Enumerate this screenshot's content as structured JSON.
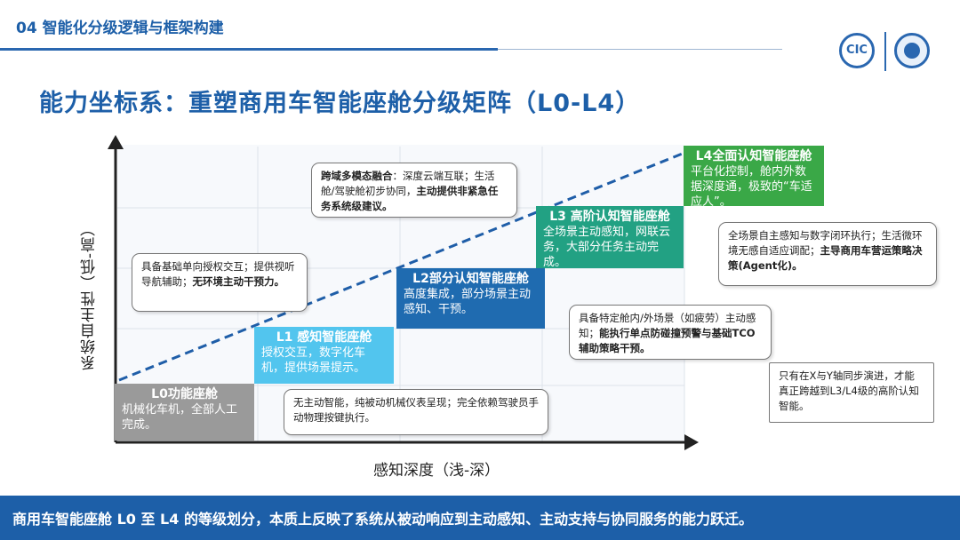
{
  "header": {
    "section_title": "04 智能化分级逻辑与框架构建"
  },
  "title": "能力坐标系：重塑商用车智能座舱分级矩阵（L0-L4）",
  "axes": {
    "y_label": "系统自主性（低-高）",
    "x_label": "感知深度（浅-深）"
  },
  "levels": [
    {
      "title": "L0功能座舱",
      "desc": "机械化车机，全部人工完成。"
    },
    {
      "title": "L1 感知智能座舱",
      "desc": "授权交互，数字化车机，提供场景提示。"
    },
    {
      "title": "L2部分认知智能座舱",
      "desc": "高度集成，部分场景主动感知、干预。"
    },
    {
      "title": "L3 高阶认知智能座舱",
      "desc": "全场景主动感知，网联云务，大部分任务主动完成。"
    },
    {
      "title": "L4全面认知智能座舱",
      "desc": "平台化控制，舱内外数据深度通，极致的“车适应人”。"
    }
  ],
  "callouts": {
    "c1": {
      "b1": "跨域多模态融合",
      "t1": "：深度云端互联；生活舱/驾驶舱初步协同，",
      "b2": "主动提供非紧急任务系统级建议。"
    },
    "c2": {
      "t1": "具备基础单向授权交互；提供视听导航辅助；",
      "b1": "无环境主动干预力。"
    },
    "c3": {
      "t1": "全场景自主感知与数字闭环执行；生活微环境无感自适应调配；",
      "b1": "主导商用车营运策略决策(Agent化)。"
    },
    "c4": {
      "t1": "具备特定舱内/外场景（如疲劳）主动感知；",
      "b1": "能执行单点防碰撞预警与基础TCO辅助策略干预。"
    },
    "c5": {
      "t1": "无主动智能，纯被动机械仪表呈现；完全依赖驾驶员手动物理按键执行。"
    },
    "c6": {
      "t1": "只有在X与Y轴同步演进，才能真正跨越到L3/L4级的高阶认知智能。"
    }
  },
  "footer": {
    "text": "商用车智能座舱 L0 至 L4 的等级划分，本质上反映了系统从被动响应到主动感知、主动支持与协同服务的能力跃迁。"
  },
  "colors": {
    "brand": "#1d5fa8",
    "L0": "#9a9a9a",
    "L1": "#52c5ee",
    "L2": "#1f6bb0",
    "L3": "#22a183",
    "L4": "#3aa847"
  }
}
